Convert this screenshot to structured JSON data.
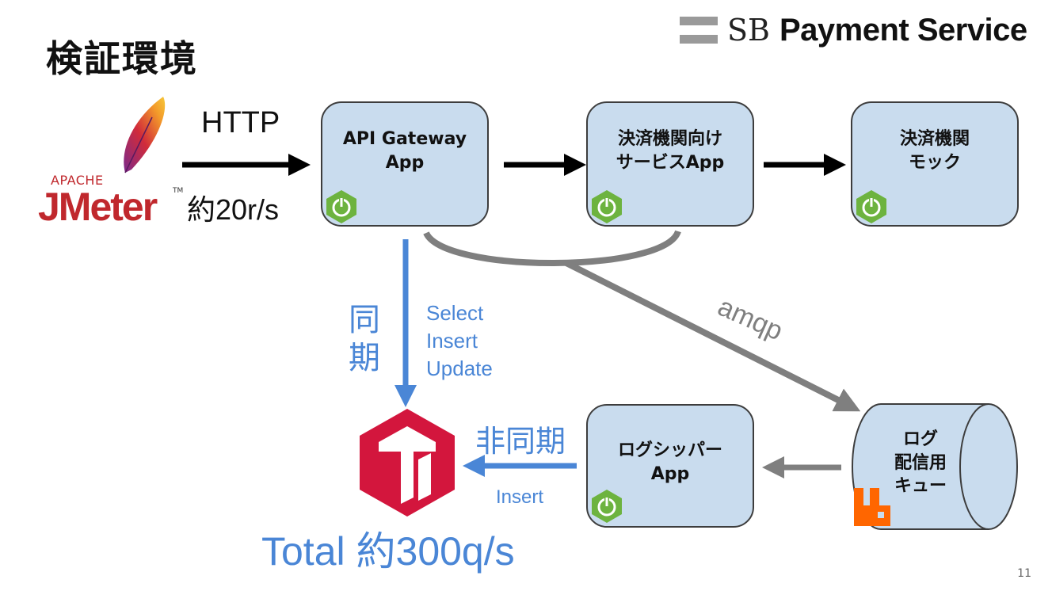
{
  "slide": {
    "title": "検証環境",
    "brand_sb": "SB",
    "brand_name": "Payment Service",
    "page_number": "11"
  },
  "client": {
    "apache_text": "APACHE",
    "jmeter_text": "JMeter",
    "tm_text": "TM",
    "protocol": "HTTP",
    "rate": "約20r/s"
  },
  "nodes": {
    "api_gateway": "API Gateway\nApp",
    "payment_service": "決済機関向け\nサービスApp",
    "payment_mock": "決済機関\nモック",
    "log_shipper": "ログシッパー\nApp",
    "log_queue": "ログ\n配信用\nキュー"
  },
  "edges": {
    "amqp": "amqp",
    "sync_label": "同\n期",
    "sync_ops": "Select\nInsert\nUpdate",
    "async_label": "非同期",
    "async_op": "Insert"
  },
  "database": {
    "total": "Total 約300q/s"
  },
  "colors": {
    "box_fill": "#c9dcee",
    "spring_green": "#6db33f",
    "blue_arrow": "#4a86d6",
    "gray_line": "#7f7f7f",
    "tidb_red": "#d3163d",
    "rabbit_orange": "#ff6600",
    "jmeter_red": "#c0282d"
  },
  "icons": [
    "apache-feather-icon",
    "spring-boot-icon",
    "tidb-logo-icon",
    "rabbitmq-icon"
  ]
}
